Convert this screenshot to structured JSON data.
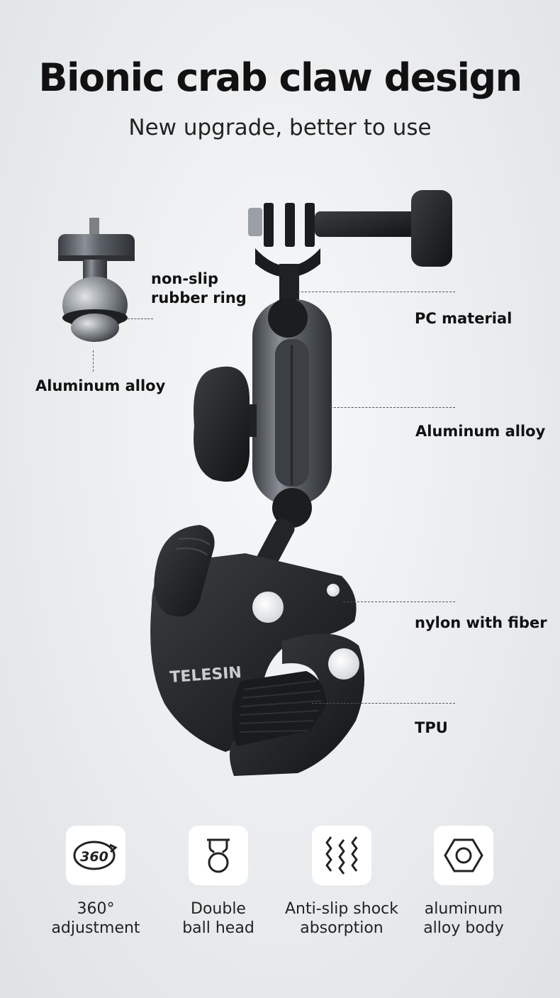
{
  "header": {
    "title": "Bionic crab claw design",
    "subtitle": "New upgrade, better to use"
  },
  "brand": {
    "logo_text": "TELESIN"
  },
  "callouts": {
    "rubber_ring": [
      "non-slip",
      "rubber ring"
    ],
    "screw_alloy": "Aluminum alloy",
    "pc": "PC material",
    "arm_alloy": "Aluminum alloy",
    "nylon": "nylon with fiber",
    "tpu": "TPU"
  },
  "features": [
    {
      "icon": "rotate-360-icon",
      "badge": "360",
      "label": [
        "360°",
        "adjustment"
      ]
    },
    {
      "icon": "double-ball-head-icon",
      "label": [
        "Double",
        "ball head"
      ]
    },
    {
      "icon": "shock-absorption-icon",
      "label": [
        "Anti-slip shock",
        "absorption"
      ]
    },
    {
      "icon": "hexagon-nut-icon",
      "label": [
        "aluminum",
        "alloy body"
      ]
    }
  ]
}
